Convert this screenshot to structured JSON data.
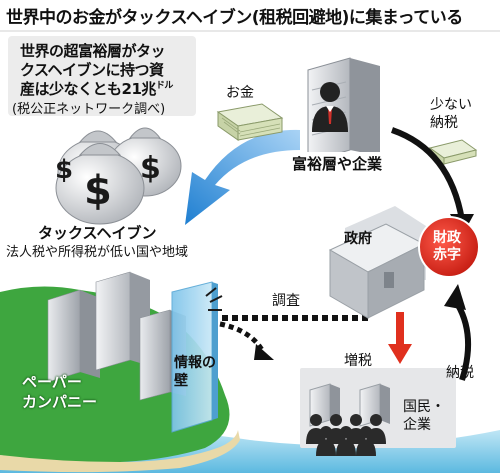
{
  "title": "世界中のお金がタックスヘイブン(租税回避地)に集まっている",
  "note": {
    "line1": "世界の超富裕層がタッ",
    "line2": "クスヘイブンに持つ資",
    "line3_a": "産は少なくとも21兆",
    "line3_unit": "ドル",
    "source": "(税公正ネットワーク調べ)"
  },
  "labels": {
    "money": "お金",
    "little_tax": "少ない\n納税",
    "little_tax_1": "少ない",
    "little_tax_2": "納税",
    "wealthy": "富裕層や企業",
    "tax_haven": "タックスヘイブン",
    "tax_haven_desc": "法人税や所得税が低い国や地域",
    "government": "政府",
    "deficit_1": "財政",
    "deficit_2": "赤字",
    "investigation": "調査",
    "info_wall_1": "情報の",
    "info_wall_2": "壁",
    "paper_company_1": "ペーパー",
    "paper_company_2": "カンパニー",
    "tax_increase": "増税",
    "tax_payment": "納税",
    "citizens_1": "国民・",
    "citizens_2": "企業"
  },
  "colors": {
    "arrow_blue": "#1f7fd1",
    "arrow_red": "#e0301e",
    "deficit_red": "#d9261c",
    "sea": "#7ecbe8",
    "island_green": "#37a13a",
    "building_gray": "#c9ccd1",
    "bag_gray": "#cfd1d4",
    "note_gray": "#ececec"
  },
  "icons": [
    "dollar-icon",
    "money-stack-icon",
    "person-icon",
    "building-icon",
    "house-icon",
    "info-wall-icon"
  ]
}
